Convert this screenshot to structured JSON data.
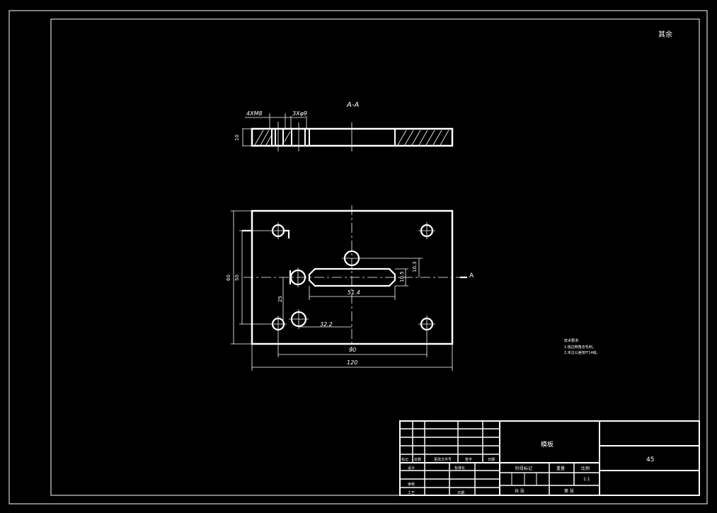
{
  "drawing": {
    "top_right_note": "其余",
    "section_label": "A-A",
    "section_dims": {
      "thread": "4XM8",
      "holes": "3Xφ9",
      "thickness": "10"
    },
    "plan_dims": {
      "height_total": "60",
      "height_holes": "50",
      "slot_offset": "25",
      "hole_offset": "32.2",
      "slot_length": "51.4",
      "slot_width": "10.5",
      "hole_to_slot": "10.3",
      "hole_span": "90",
      "width_total": "120"
    },
    "section_marker": "A",
    "tech_notes": {
      "title": "技术要求:",
      "line1": "1.锐边倒角去毛刺。",
      "line2": "2.未注公差按IT14级。"
    }
  },
  "title_block": {
    "part_name": "模板",
    "material": "45",
    "header_labels": [
      "标记",
      "处数",
      "更改文件号",
      "签字",
      "日期"
    ],
    "row_labels": {
      "design": "设计",
      "standard": "标准化",
      "check": "审核",
      "process": "工艺",
      "approve": "日期"
    },
    "stage_labels": {
      "stage_mark": "阶段标记",
      "weight": "重量",
      "scale": "比例",
      "scale_value": "1:1",
      "sheet_total": "共 张",
      "sheet_num": "第 张"
    }
  }
}
